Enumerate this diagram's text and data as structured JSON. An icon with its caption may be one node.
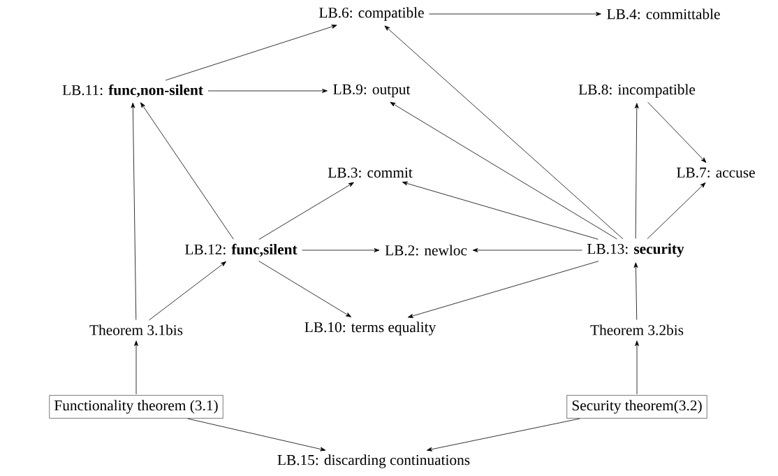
{
  "diagram": {
    "nodes": [
      {
        "text": [
          "LB.6: compatible"
        ]
      },
      {
        "text": [
          "LB.4: committable"
        ]
      },
      {
        "text": [
          "LB.11: **func,non-silent**"
        ]
      },
      {
        "text": [
          "LB.9: output"
        ]
      },
      {
        "text": [
          "LB.8: incompatible"
        ]
      },
      {
        "text": [
          "LB.3: commit"
        ]
      },
      {
        "text": [
          "LB.7: accuse"
        ]
      },
      {
        "text": [
          "LB.12: **func,silent**"
        ]
      },
      {
        "text": [
          "LB.2: newloc"
        ]
      },
      {
        "text": [
          "LB.13: **security**"
        ]
      },
      {
        "text": [
          "Theorem 3.1bis"
        ]
      },
      {
        "text": [
          "LB.10: terms equality"
        ]
      },
      {
        "text": [
          "Theorem 3.2bis"
        ]
      },
      {
        "text": [
          "Functionality theorem (3.1)"
        ]
      },
      {
        "text": [
          "Security theorem(3.2)"
        ]
      },
      {
        "text": [
          "LB.15: discarding continuations"
        ]
      }
    ],
    "edges": [
      {
        "from": 0,
        "to": 1,
        "arrow": "to"
      },
      {
        "from": 2,
        "to": 0,
        "arrow": "to"
      },
      {
        "from": 2,
        "to": 3,
        "arrow": "to"
      },
      {
        "from": 9,
        "to": 0,
        "arrow": "to"
      },
      {
        "from": 9,
        "to": 3,
        "arrow": "to"
      },
      {
        "from": 4,
        "to": 6,
        "arrow": "to"
      },
      {
        "from": 9,
        "to": 4,
        "arrow": "to"
      },
      {
        "from": 9,
        "to": 6,
        "arrow": "to"
      },
      {
        "from": 7,
        "to": 5,
        "arrow": "to"
      },
      {
        "from": 9,
        "to": 5,
        "arrow": "to"
      },
      {
        "from": 7,
        "to": 8,
        "arrow": "to"
      },
      {
        "from": 9,
        "to": 8,
        "arrow": "to"
      },
      {
        "from": 7,
        "to": 11,
        "arrow": "to"
      },
      {
        "from": 9,
        "to": 11,
        "arrow": "to"
      },
      {
        "from": 10,
        "to": 2,
        "arrow": "to"
      },
      {
        "from": 7,
        "to": 2,
        "arrow": "to"
      },
      {
        "from": 10,
        "to": 7,
        "arrow": "to"
      },
      {
        "from": 13,
        "to": 10,
        "arrow": "to"
      },
      {
        "from": 14,
        "to": 12,
        "arrow": "to"
      },
      {
        "from": 12,
        "to": 9,
        "arrow": "to"
      },
      {
        "from": 13,
        "to": 15,
        "arrow": "to"
      },
      {
        "from": 14,
        "to": 15,
        "arrow": "to"
      }
    ]
  }
}
